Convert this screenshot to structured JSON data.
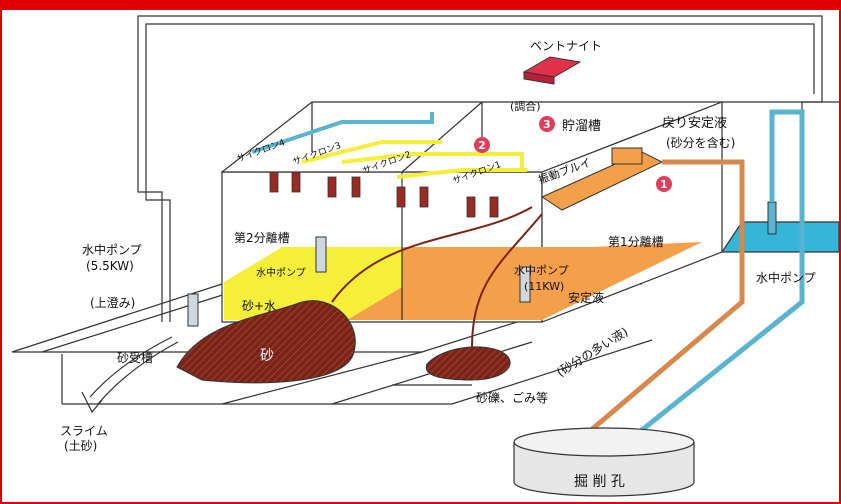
{
  "labels": {
    "bentonite": "ベントナイト",
    "mixing": "(調合)",
    "storage_num": "3",
    "storage_tank": "貯溜槽",
    "return_liquid_1": "戻り安定液",
    "return_liquid_2": "(砂分を含む)",
    "cyclone4": "サイクロン4",
    "cyclone3": "サイクロン3",
    "cyclone2": "サイクロン2",
    "cyclone1": "サイクロン1",
    "num2": "2",
    "num1": "1",
    "vibrating_screen": "振動ブルイ",
    "second_separation_tank": "第2分離槽",
    "first_separation_tank": "第1分離槽",
    "submersible_pump_left_1": "水中ポンプ",
    "submersible_pump_left_2": "(5.5KW)",
    "submersible_pump_small": "水中ポンプ",
    "submersible_pump_mid_1": "水中ポンプ",
    "submersible_pump_mid_2": "(11KW)",
    "stable_liquid": "安定液",
    "submersible_pump_right": "水中ポンプ",
    "supernatant": "(上澄み)",
    "sand_water": "砂+水",
    "sand_tank": "砂受槽",
    "sand": "砂",
    "gravel_debris": "砂礫、ごみ等",
    "sandy_liquid": "(砂分の多い液)",
    "slime_1": "スライム",
    "slime_2": "(土砂)",
    "excavation_hole": "掘 削 孔"
  },
  "colors": {
    "frame": "#e00000",
    "yellow_tank": "#f5ef3a",
    "orange_tank": "#f4a04a",
    "blue_water": "#35b6d8",
    "orange_pipe": "#d9884c",
    "blue_pipe": "#5ab3cf",
    "sand_pile": "#7a2418",
    "marker_red": "#e23c5a",
    "cyclone": "#9a2a22"
  }
}
